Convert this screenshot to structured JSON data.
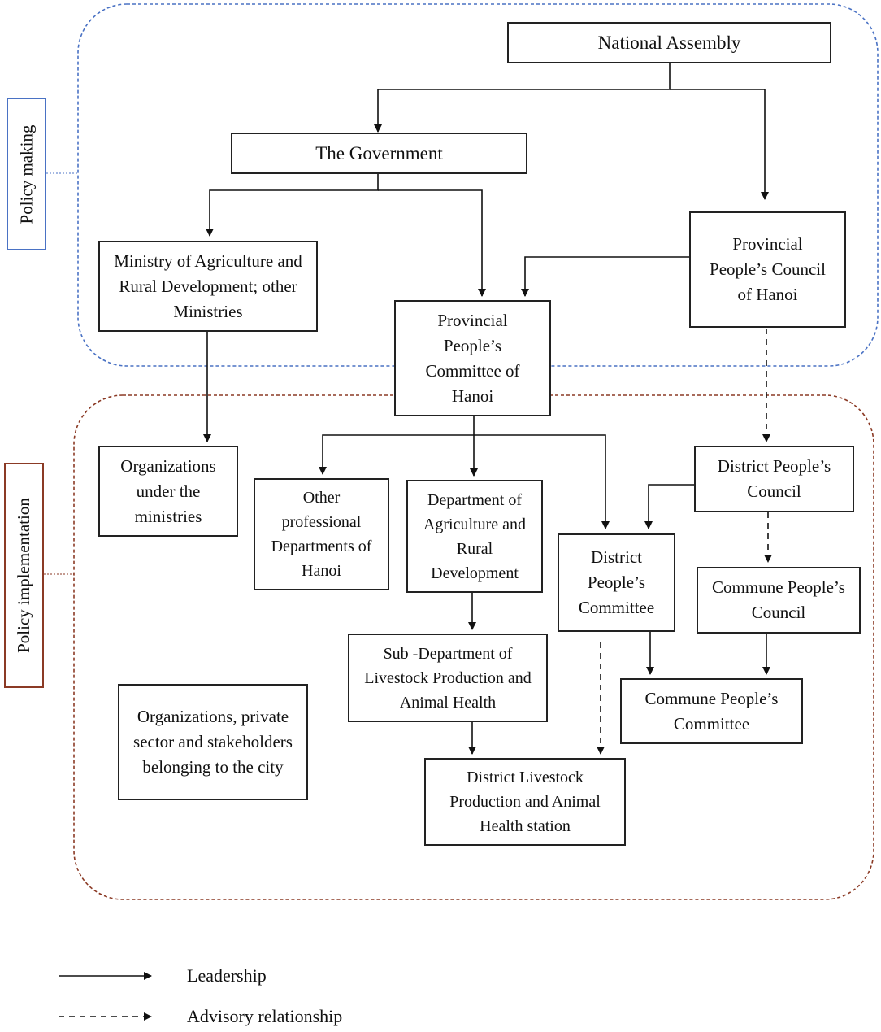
{
  "regions": {
    "policy_making": "Policy making",
    "policy_implementation": "Policy implementation"
  },
  "nodes": {
    "national_assembly": "National Assembly",
    "government": "The Government",
    "ministry": "Ministry of Agriculture and Rural Development; other Ministries",
    "provincial_council": "Provincial People’s Council of Hanoi",
    "provincial_committee": "Provincial People’s Committee of Hanoi",
    "org_ministries": "Organizations under the ministries",
    "other_departments": "Other professional Departments of Hanoi",
    "dept_agriculture": "Department of Agriculture and Rural Development",
    "district_committee": "District People’s Committee",
    "district_council": "District People’s Council",
    "commune_council": "Commune People’s Council",
    "sub_department": "Sub -Department of Livestock Production and Animal Health",
    "commune_committee": "Commune People’s Committee",
    "org_private": "Organizations, private sector and stakeholders belonging to the city",
    "district_station": "District Livestock Production and Animal Health station"
  },
  "legend": {
    "leadership": "Leadership",
    "advisory": "Advisory relationship"
  },
  "colors": {
    "policy_making_border": "#4a72c4",
    "policy_implementation_border": "#8b3a25",
    "line": "#111111"
  }
}
